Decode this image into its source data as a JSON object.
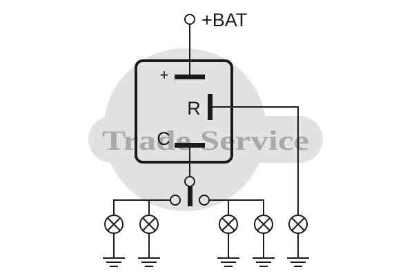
{
  "terminals": {
    "battery": "+BAT",
    "plus": "+",
    "r": "R",
    "c": "C"
  },
  "watermark": {
    "text": "Trade Service"
  },
  "colors": {
    "ink": "#1a1a1a",
    "watermark_circle": "#e2e2e2",
    "watermark_text": "#a9a9a9"
  },
  "icons": {
    "lamp": "lamp-icon",
    "ground": "ground-icon",
    "switch": "switch-icon"
  }
}
